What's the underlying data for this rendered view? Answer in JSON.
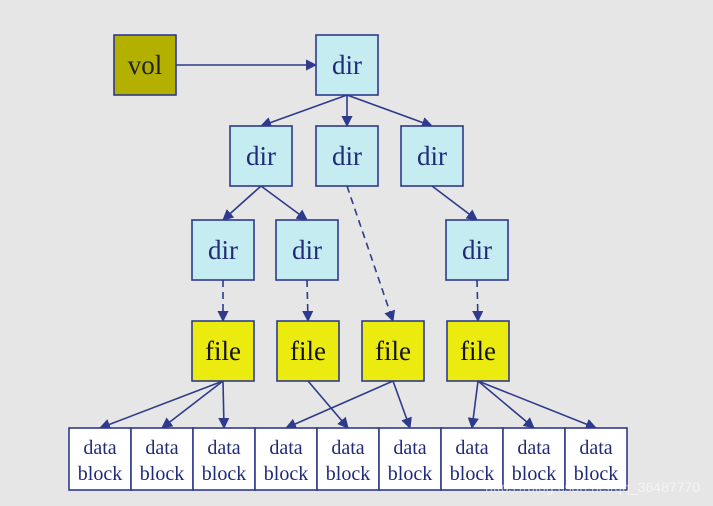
{
  "colors": {
    "background": "#e6e6e6",
    "vol_fill": "#b4b000",
    "dir_fill": "#c5ecf0",
    "file_fill": "#ebeb10",
    "block_fill": "#ffffff",
    "border": "#2e3a8c",
    "text": "#1f2a78",
    "vol_text": "#222222",
    "file_text": "#111111"
  },
  "labels": {
    "vol": "vol",
    "dir": "dir",
    "file": "file",
    "block_line1": "data",
    "block_line2": "block"
  },
  "watermark": "https://blog.csdn.net/qq_36487770",
  "nodes": [
    {
      "id": "vol",
      "kind": "vol"
    },
    {
      "id": "dir-root",
      "kind": "dir"
    },
    {
      "id": "dir-l1-a",
      "kind": "dir"
    },
    {
      "id": "dir-l1-b",
      "kind": "dir"
    },
    {
      "id": "dir-l1-c",
      "kind": "dir"
    },
    {
      "id": "dir-l2-a",
      "kind": "dir"
    },
    {
      "id": "dir-l2-b",
      "kind": "dir"
    },
    {
      "id": "dir-l2-c",
      "kind": "dir"
    },
    {
      "id": "file-1",
      "kind": "file"
    },
    {
      "id": "file-2",
      "kind": "file"
    },
    {
      "id": "file-3",
      "kind": "file"
    },
    {
      "id": "file-4",
      "kind": "file"
    },
    {
      "id": "block-1",
      "kind": "block"
    },
    {
      "id": "block-2",
      "kind": "block"
    },
    {
      "id": "block-3",
      "kind": "block"
    },
    {
      "id": "block-4",
      "kind": "block"
    },
    {
      "id": "block-5",
      "kind": "block"
    },
    {
      "id": "block-6",
      "kind": "block"
    },
    {
      "id": "block-7",
      "kind": "block"
    },
    {
      "id": "block-8",
      "kind": "block"
    },
    {
      "id": "block-9",
      "kind": "block"
    }
  ],
  "edges": [
    {
      "from": "vol",
      "to": "dir-root",
      "style": "solid",
      "arrow": true
    },
    {
      "from": "dir-root",
      "to": "dir-l1-a",
      "style": "solid",
      "arrow": true
    },
    {
      "from": "dir-root",
      "to": "dir-l1-b",
      "style": "solid",
      "arrow": true
    },
    {
      "from": "dir-root",
      "to": "dir-l1-c",
      "style": "solid",
      "arrow": true
    },
    {
      "from": "dir-l1-a",
      "to": "dir-l2-a",
      "style": "solid",
      "arrow": true
    },
    {
      "from": "dir-l1-a",
      "to": "dir-l2-b",
      "style": "solid",
      "arrow": true
    },
    {
      "from": "dir-l1-c",
      "to": "dir-l2-c",
      "style": "solid",
      "arrow": true
    },
    {
      "from": "dir-l2-a",
      "to": "file-1",
      "style": "dashed",
      "arrow": true
    },
    {
      "from": "dir-l2-b",
      "to": "file-2",
      "style": "dashed",
      "arrow": true
    },
    {
      "from": "dir-l1-b",
      "to": "file-3",
      "style": "dashed",
      "arrow": true
    },
    {
      "from": "dir-l2-c",
      "to": "file-4",
      "style": "dashed",
      "arrow": true
    },
    {
      "from": "file-1",
      "to": "block-1",
      "style": "solid",
      "arrow": true
    },
    {
      "from": "file-1",
      "to": "block-2",
      "style": "solid",
      "arrow": true
    },
    {
      "from": "file-1",
      "to": "block-3",
      "style": "solid",
      "arrow": true
    },
    {
      "from": "file-2",
      "to": "block-5",
      "style": "solid",
      "arrow": true
    },
    {
      "from": "file-3",
      "to": "block-4",
      "style": "solid",
      "arrow": true
    },
    {
      "from": "file-3",
      "to": "block-6",
      "style": "solid",
      "arrow": true
    },
    {
      "from": "file-4",
      "to": "block-7",
      "style": "solid",
      "arrow": true
    },
    {
      "from": "file-4",
      "to": "block-8",
      "style": "solid",
      "arrow": true
    },
    {
      "from": "file-4",
      "to": "block-9",
      "style": "solid",
      "arrow": true
    }
  ]
}
